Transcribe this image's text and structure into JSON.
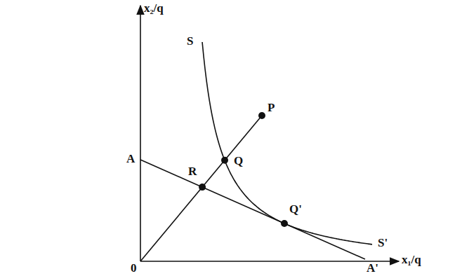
{
  "diagram": {
    "labels": [
      "x₂/q",
      "S",
      "P",
      "Q",
      "R",
      "Q'",
      "A",
      "A'",
      "S'",
      "x₁/q",
      "0"
    ]
  }
}
